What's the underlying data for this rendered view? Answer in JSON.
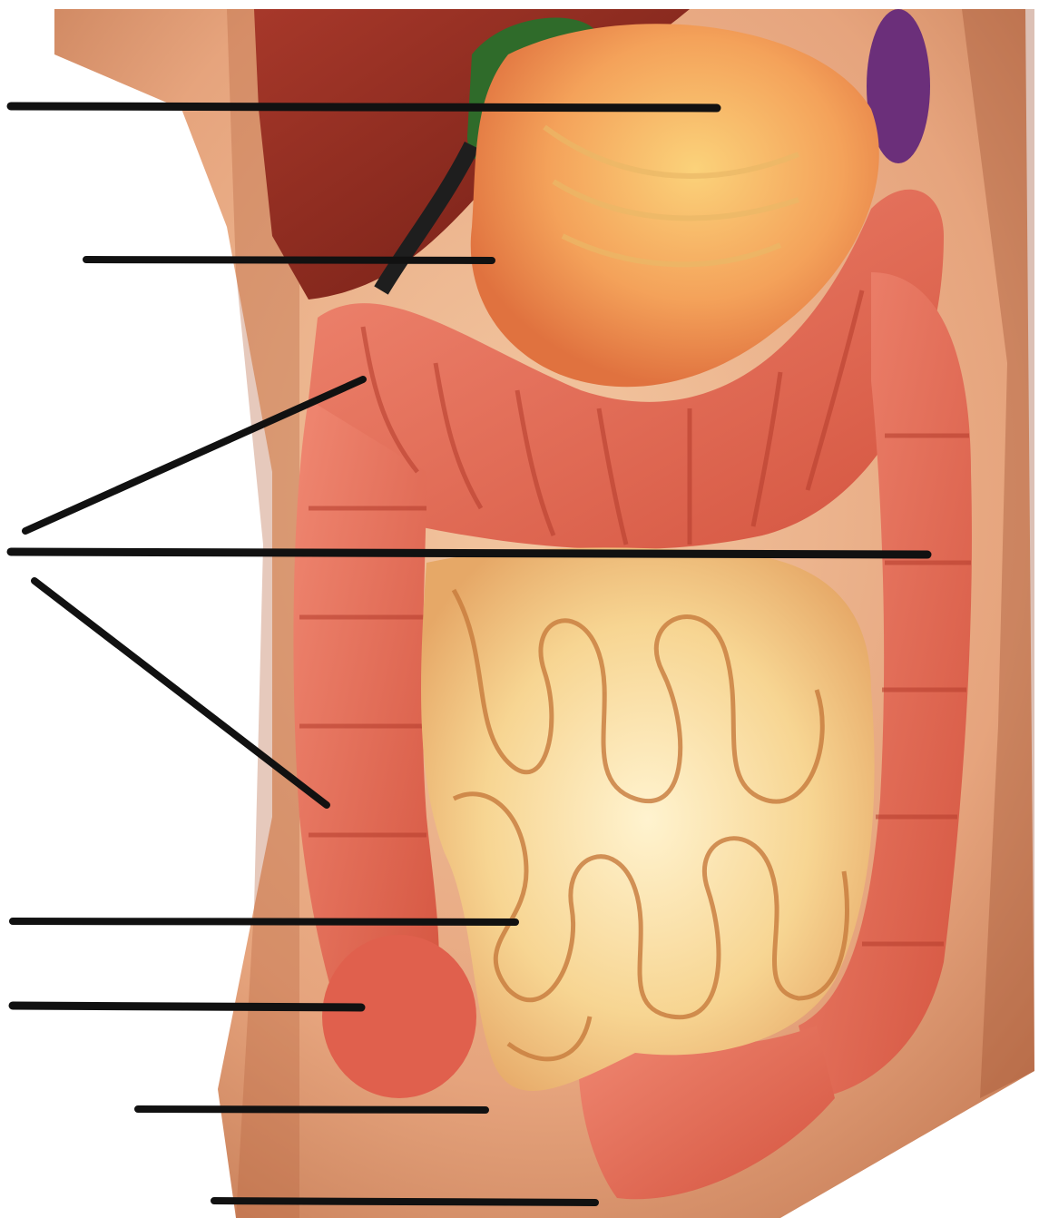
{
  "diagram": {
    "subject": "digestive-tract-abdomen-illustration",
    "labels": [
      {
        "id": "leader-1",
        "text": ""
      },
      {
        "id": "leader-2",
        "text": ""
      },
      {
        "id": "leader-3",
        "text": ""
      },
      {
        "id": "leader-4",
        "text": ""
      },
      {
        "id": "leader-5",
        "text": ""
      },
      {
        "id": "leader-6",
        "text": ""
      },
      {
        "id": "leader-7",
        "text": ""
      },
      {
        "id": "leader-8",
        "text": ""
      }
    ],
    "colors": {
      "leader_line": "#111111",
      "skin": "#e9b28c",
      "liver": "#8e2a1c",
      "gallbladder": "#2f6b2a",
      "spleen": "#6b2f7a",
      "stomach": "#f29a55",
      "large_intestine": "#e06a55",
      "small_intestine": "#f6cf8a",
      "background": "#ffffff"
    }
  }
}
